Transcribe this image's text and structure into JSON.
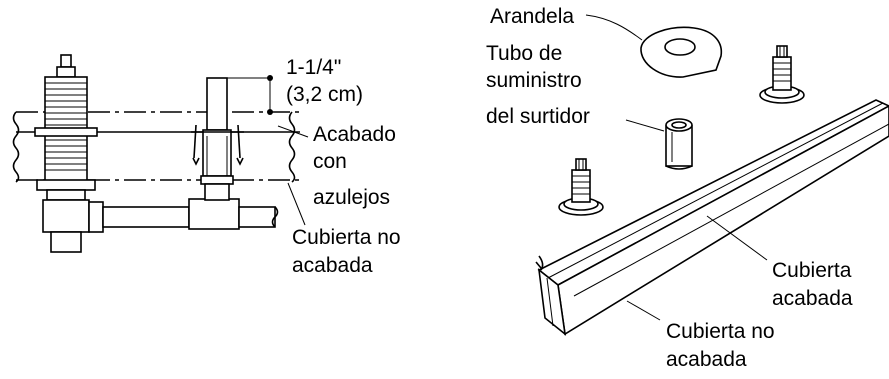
{
  "left_diagram": {
    "dimension_label_line1": "1-1/4\"",
    "dimension_label_line2": "(3,2 cm)",
    "tile_finish_line1": "Acabado",
    "tile_finish_line2": "con",
    "tile_finish_line3": "azulejos",
    "unfinished_deck_line1": "Cubierta no",
    "unfinished_deck_line2": "acabada"
  },
  "right_diagram": {
    "washer_label": "Arandela",
    "spout_supply_line1": "Tubo de",
    "spout_supply_line2": "suministro",
    "spout_supply_line3": "del surtidor",
    "finished_deck_line1": "Cubierta",
    "finished_deck_line2": "acabada",
    "unfinished_deck_line1": "Cubierta no",
    "unfinished_deck_line2": "acabada"
  }
}
